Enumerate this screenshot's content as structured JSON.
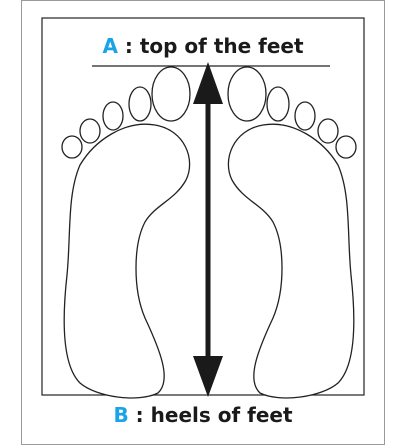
{
  "labels": {
    "top": {
      "letter": "A",
      "text": " : top of the feet"
    },
    "bottom": {
      "letter": "B",
      "text": " : heels of feet"
    }
  },
  "colors": {
    "accent": "#1aa3e8",
    "ink": "#1a1a1a",
    "outline": "#222222"
  },
  "icons": [
    "left-foot",
    "right-foot",
    "double-headed-arrow"
  ]
}
